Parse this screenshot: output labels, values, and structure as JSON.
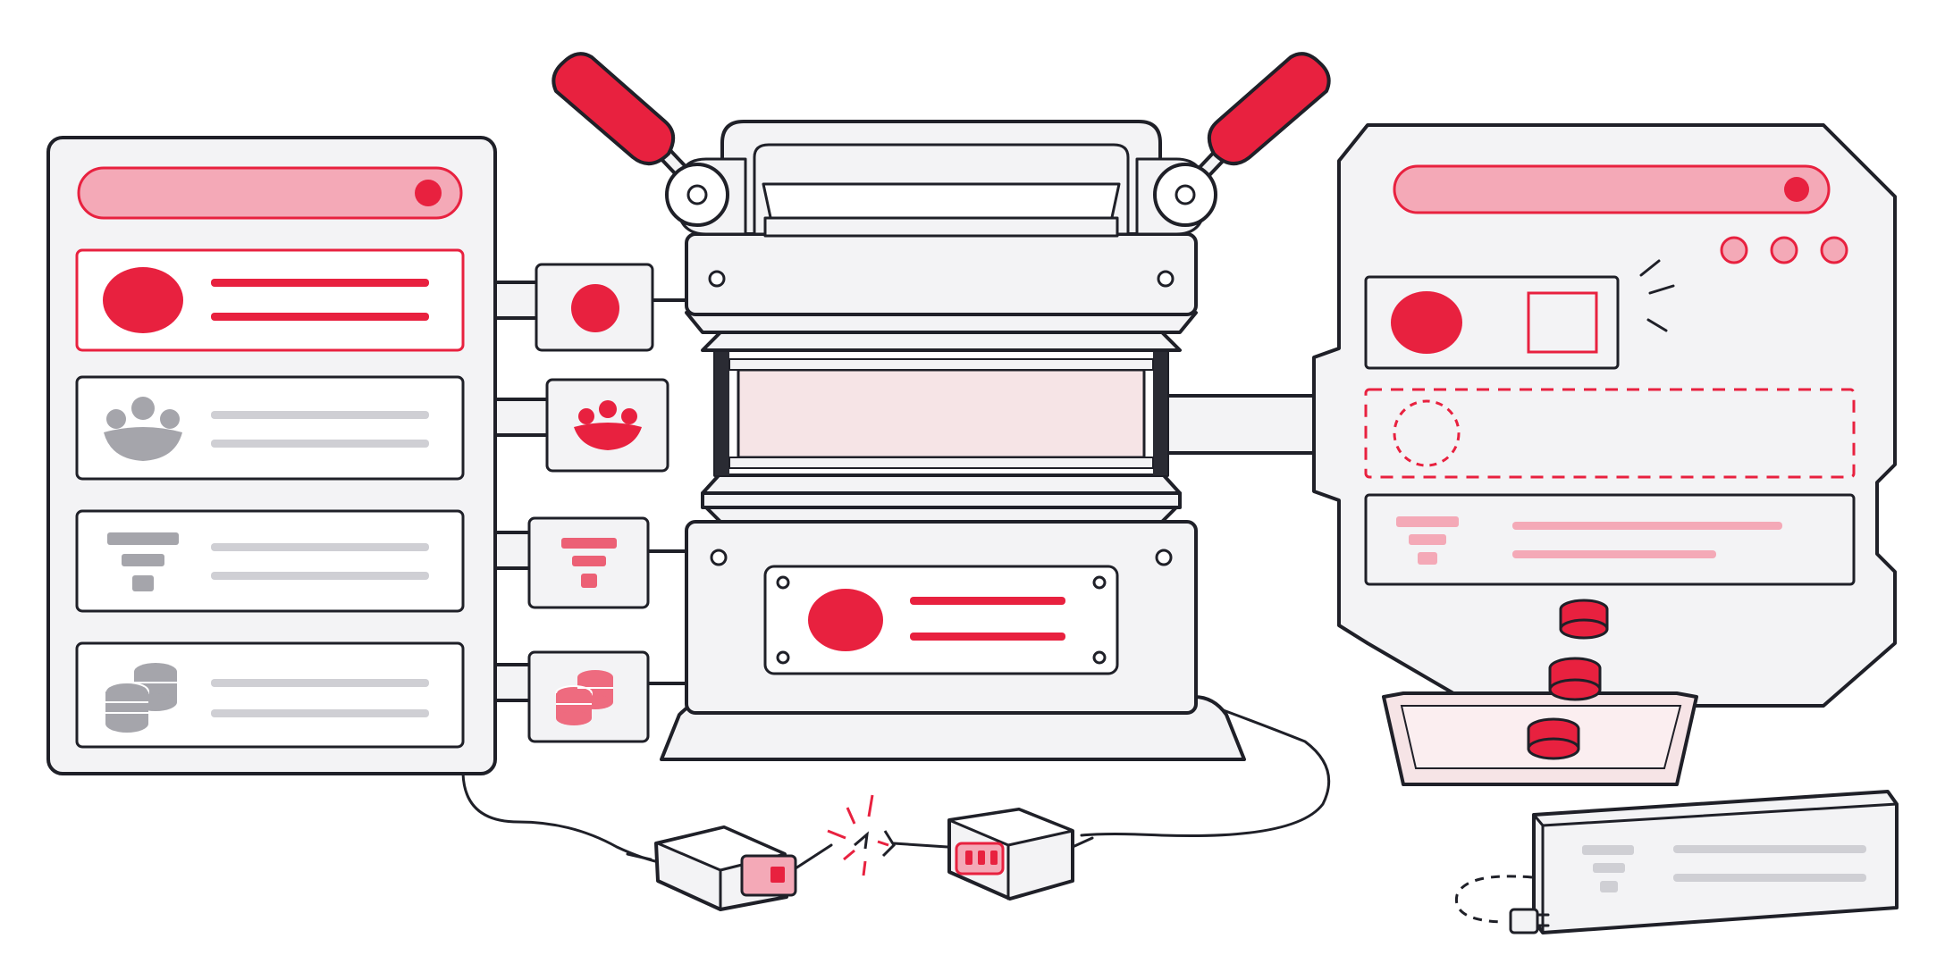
{
  "illustration": {
    "left_panel": {
      "rows": [
        {
          "icon": "circle-icon",
          "state": "active"
        },
        {
          "icon": "people-group-icon",
          "state": "inactive"
        },
        {
          "icon": "funnel-icon",
          "state": "inactive"
        },
        {
          "icon": "coin-stack-icon",
          "state": "inactive"
        }
      ]
    },
    "right_panel": {
      "rows": [
        {
          "icon": "circle-icon",
          "state": "active"
        },
        {
          "icon": "empty-dashed-slot",
          "state": "missing"
        },
        {
          "icon": "funnel-icon",
          "state": "faded"
        }
      ]
    },
    "cable": {
      "state": "disconnected"
    },
    "colors": {
      "accent": "#e8213f",
      "accent_light": "#f4a9b7",
      "accent_tint": "#f6e4e6",
      "panel_fill": "#f3f3f5",
      "outline": "#1f2028",
      "muted_gray": "#a5a5ab",
      "light_gray": "#cfcfd4"
    }
  }
}
